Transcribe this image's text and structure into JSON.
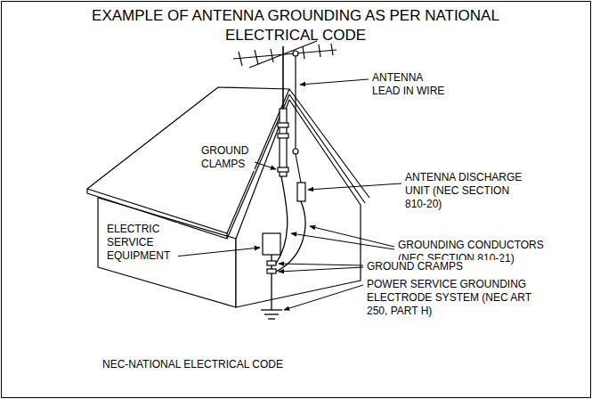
{
  "diagram": {
    "title": "EXAMPLE OF ANTENNA GROUNDING AS PER NATIONAL ELECTRICAL CODE",
    "labels": [
      "ANTENNA LEAD IN WIRE",
      "GROUND CLAMPS",
      "ANTENNA DISCHARGE UNIT (NEC SECTION 810-20)",
      "ELECTRIC SERVICE EQUIPMENT",
      "GROUNDING CONDUCTORS (NEC SECTION 810-21)",
      "GROUND CRAMPS",
      "POWER SERVICE GROUNDING ELECTRODE SYSTEM (NEC ART 250, PART H)",
      "NEC-NATIONAL ELECTRICAL CODE"
    ]
  }
}
